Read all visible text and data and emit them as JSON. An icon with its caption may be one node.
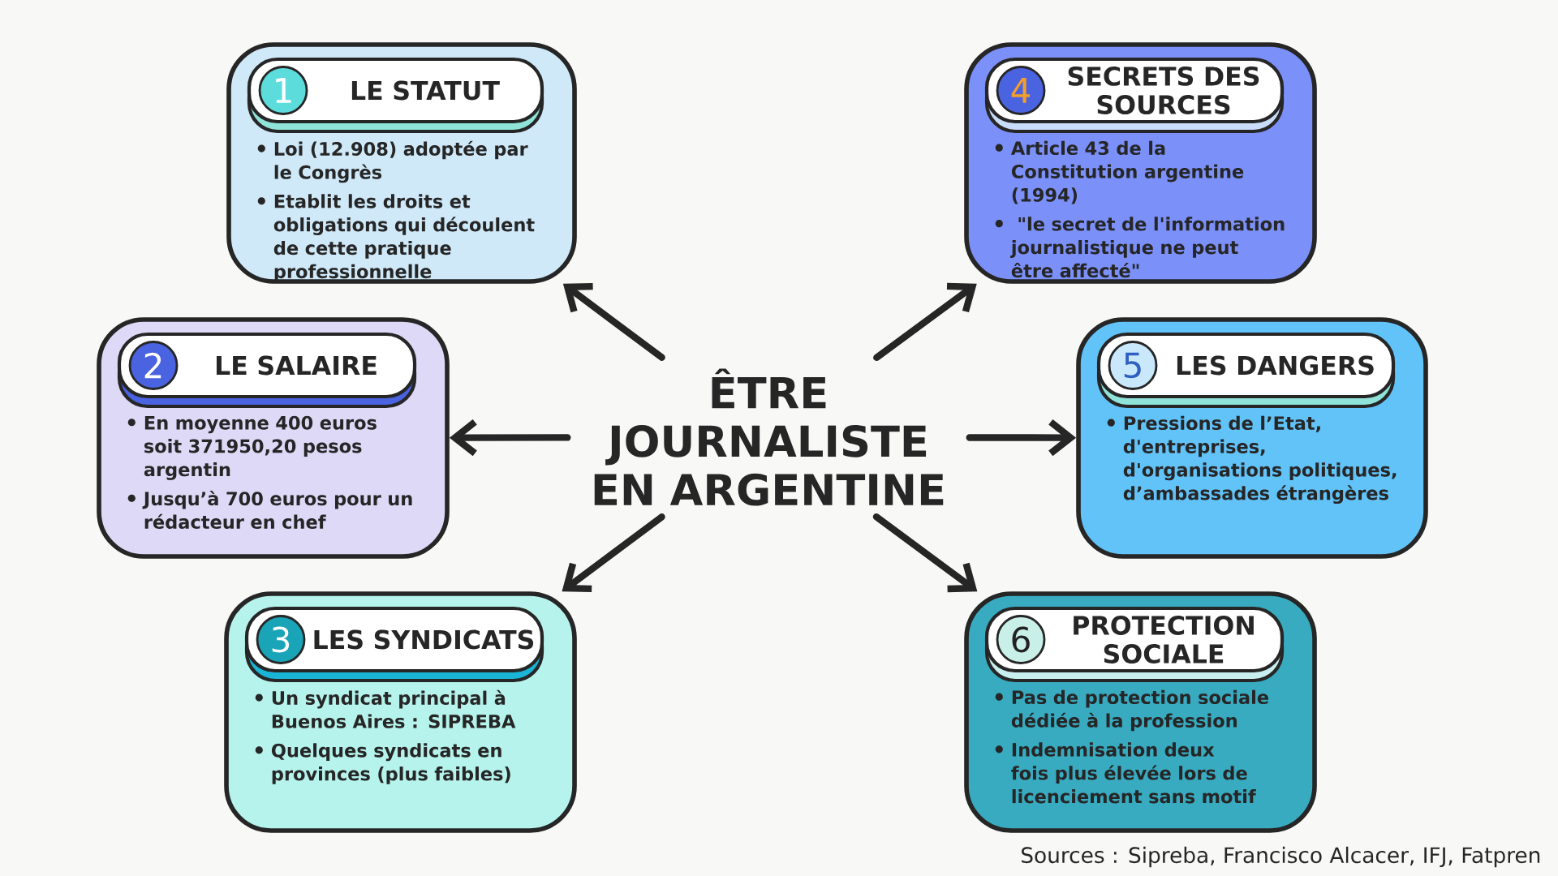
{
  "diagram": {
    "nodes": [
      {
        "text": [
          "ÊTRE JOURNALISTE EN ARGENTINE"
        ]
      },
      {
        "text": [
          "1",
          "LE STATUT",
          "Loi (12.908) adoptée par le Congrès",
          "Etablit les droits et obligations qui découlent de cette pratique professionnelle"
        ]
      },
      {
        "text": [
          "2",
          "LE SALAIRE",
          "En moyenne 400 euros soit 371950,20 pesos argentin",
          "Jusqu’à 700 euros pour un rédacteur en chef"
        ]
      },
      {
        "text": [
          "3",
          "LES SYNDICATS",
          "Un syndicat principal à Buenos Aires : SIPREBA",
          "Quelques syndicats en provinces (plus faibles)"
        ]
      },
      {
        "text": [
          "4",
          "SECRETS DES SOURCES",
          "Article 43 de la Constitution argentine (1994)",
          " \"le secret de l'information journalistique ne peut être affecté\""
        ]
      },
      {
        "text": [
          "5",
          "LES DANGERS",
          "Pressions de l’Etat, d'entreprises, d'organisations politiques, d’ambassades étrangères"
        ]
      },
      {
        "text": [
          "6",
          "PROTECTION SOCIALE",
          "Pas de protection sociale dédiée à la profession",
          "Indemnisation deux fois plus élevée lors de licenciement sans motif"
        ]
      }
    ],
    "edges": [
      {
        "from": 0,
        "to": 1,
        "arrow": "to"
      },
      {
        "from": 0,
        "to": 2,
        "arrow": "to"
      },
      {
        "from": 0,
        "to": 3,
        "arrow": "to"
      },
      {
        "from": 0,
        "to": 4,
        "arrow": "to"
      },
      {
        "from": 0,
        "to": 5,
        "arrow": "to"
      },
      {
        "from": 0,
        "to": 6,
        "arrow": "to"
      }
    ],
    "labels": [
      "Sources : Sipreba, Francisco Alcacer, IFJ, Fatpren"
    ]
  }
}
